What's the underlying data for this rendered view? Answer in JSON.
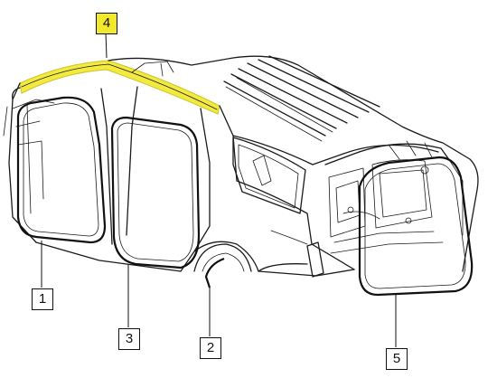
{
  "callouts": [
    {
      "id": "1",
      "label": "1",
      "highlighted": false
    },
    {
      "id": "2",
      "label": "2",
      "highlighted": false
    },
    {
      "id": "3",
      "label": "3",
      "highlighted": false
    },
    {
      "id": "4",
      "label": "4",
      "highlighted": true
    },
    {
      "id": "5",
      "label": "5",
      "highlighted": false
    }
  ],
  "colors": {
    "highlight": "#f2e82c",
    "line": "#1b1b1b",
    "background": "#ffffff"
  }
}
